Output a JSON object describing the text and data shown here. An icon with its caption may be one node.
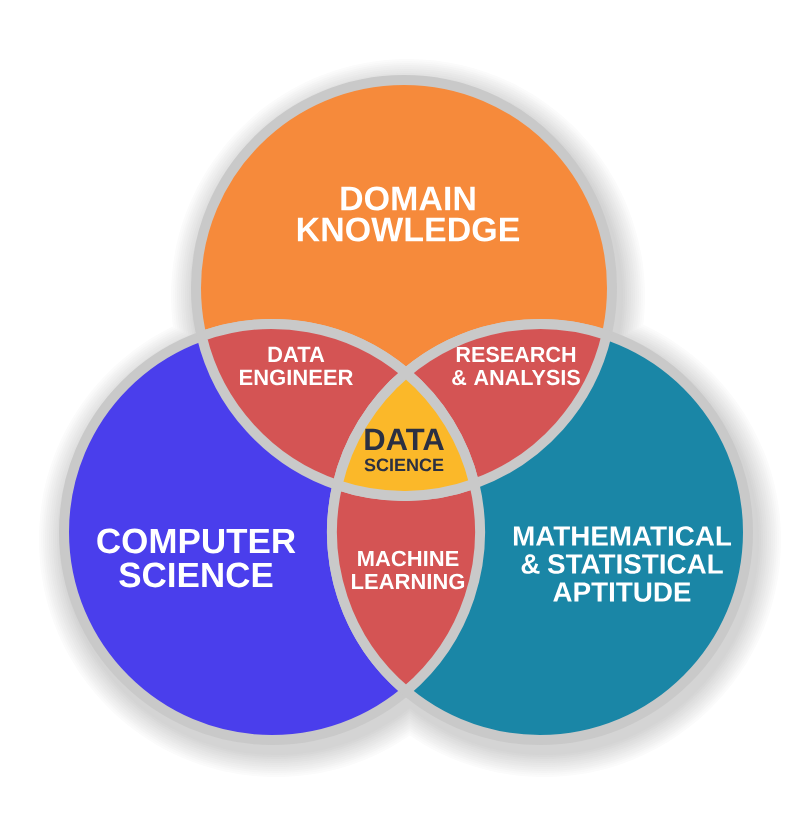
{
  "diagram": {
    "nodes": [
      {
        "text": [
          "DOMAIN KNOWLEDGE"
        ]
      },
      {
        "text": [
          "DATA ENGINEER"
        ]
      },
      {
        "text": [
          "RESEARCH & ANALYSIS"
        ]
      },
      {
        "text": [
          "DATA",
          "SCIENCE"
        ]
      },
      {
        "text": [
          "COMPUTER SCIENCE"
        ]
      },
      {
        "text": [
          "MACHINE LEARNING"
        ]
      },
      {
        "text": [
          "MATHEMATICAL & STATISTICAL APTITUDE"
        ]
      }
    ]
  }
}
